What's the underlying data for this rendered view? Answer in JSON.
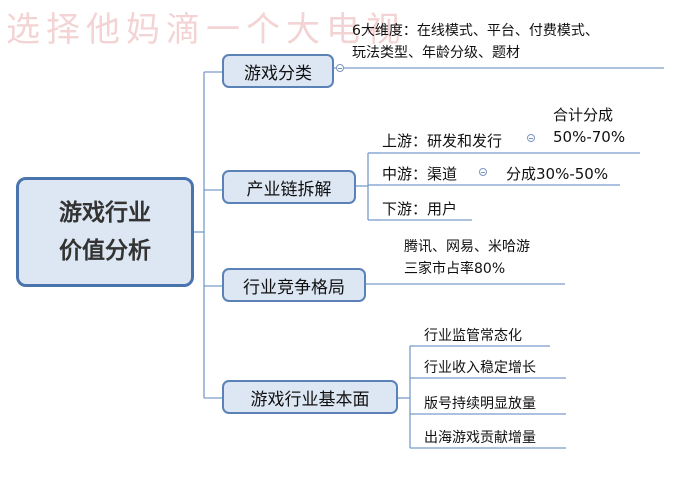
{
  "watermark": "选择他妈滴一个大电视",
  "root": {
    "line1": "游戏行业",
    "line2": "价值分析"
  },
  "branches": {
    "b1": {
      "label": "游戏分类",
      "note_line1": "6大维度：在线模式、平台、付费模式、",
      "note_line2": "玩法类型、年龄分级、题材"
    },
    "b2": {
      "label": "产业链拆解",
      "upstream": {
        "label": "上游：研发和发行",
        "note_line1": "合计分成",
        "note_line2": "50%-70%"
      },
      "midstream": {
        "label": "中游：渠道",
        "note": "分成30%-50%"
      },
      "downstream": {
        "label": "下游：用户"
      }
    },
    "b3": {
      "label": "行业竞争格局",
      "note_line1": "腾讯、网易、米哈游",
      "note_line2": "三家市占率80%"
    },
    "b4": {
      "label": "游戏行业基本面",
      "items": [
        "行业监管常态化",
        "行业收入稳定增长",
        "版号持续明显放量",
        "出海游戏贡献增量"
      ]
    }
  }
}
